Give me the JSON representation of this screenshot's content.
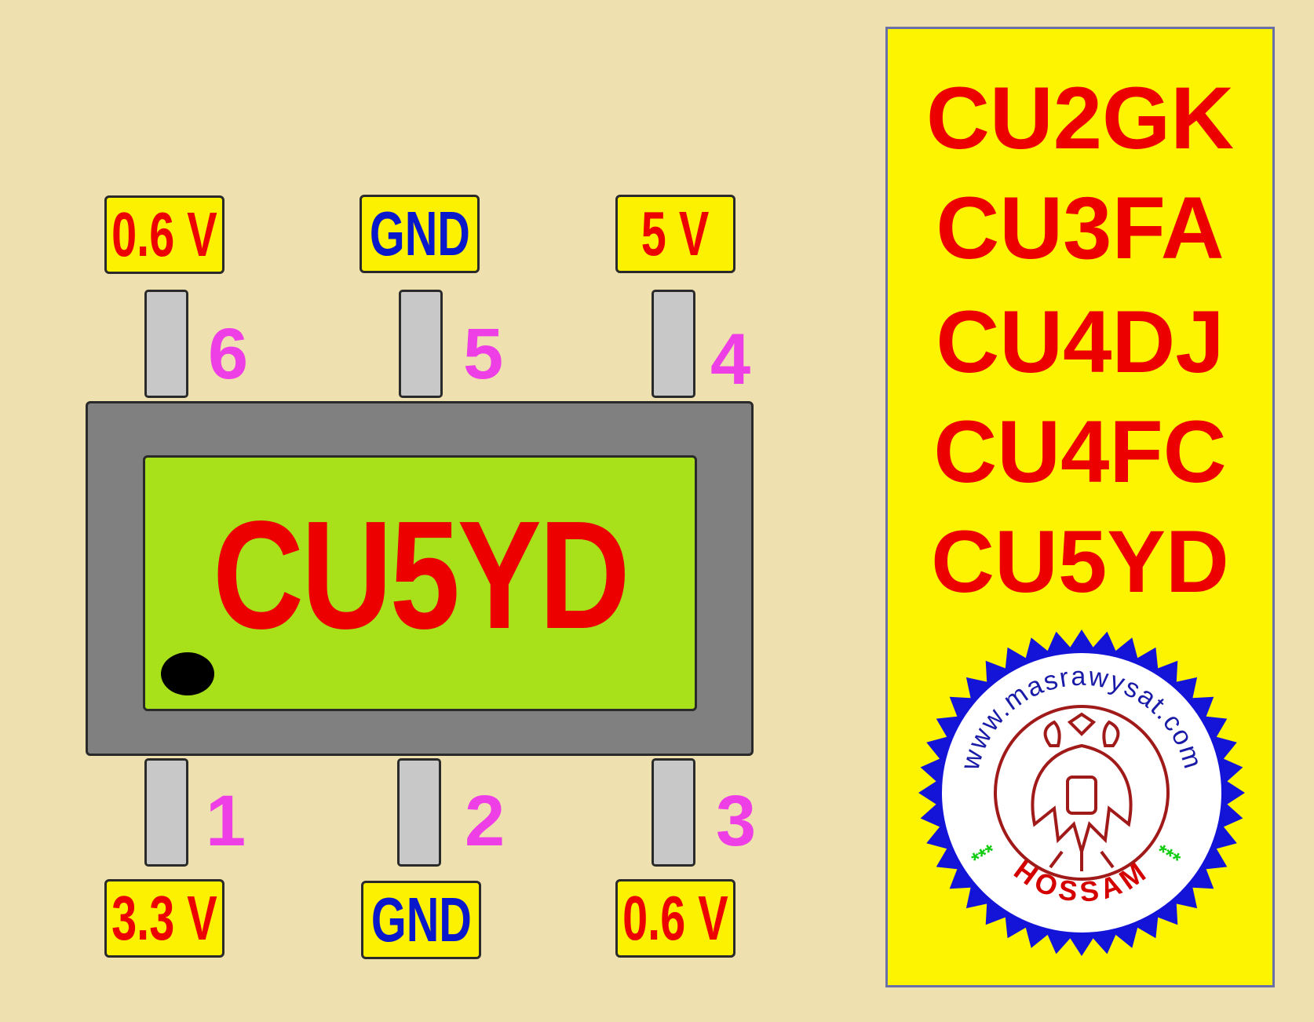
{
  "chip": {
    "marking": "CU5YD"
  },
  "pins": {
    "top": [
      {
        "number": "6",
        "voltage": "0.6 V"
      },
      {
        "number": "5",
        "voltage": "GND"
      },
      {
        "number": "4",
        "voltage": "5 V"
      }
    ],
    "bottom": [
      {
        "number": "1",
        "voltage": "3.3 V"
      },
      {
        "number": "2",
        "voltage": "GND"
      },
      {
        "number": "3",
        "voltage": "0.6 V"
      }
    ]
  },
  "panel": {
    "codes": [
      "CU2GK",
      "CU3FA",
      "CU4DJ",
      "CU4FC",
      "CU5YD"
    ]
  },
  "stamp": {
    "url_text": "www.masrawysat.com",
    "name": "HOSSAM",
    "stars_left": "***",
    "stars_right": "***"
  },
  "colors": {
    "background": "#efe0b0",
    "chip_body": "#808080",
    "chip_face": "#a8e01a",
    "marking": "#ec0000",
    "pin": "#c8c8c8",
    "pin_number": "#ee3ee6",
    "label_bg": "#fcf100",
    "voltage_red": "#ec0000",
    "gnd_blue": "#0a18cc",
    "panel_bg": "#fcf400"
  }
}
